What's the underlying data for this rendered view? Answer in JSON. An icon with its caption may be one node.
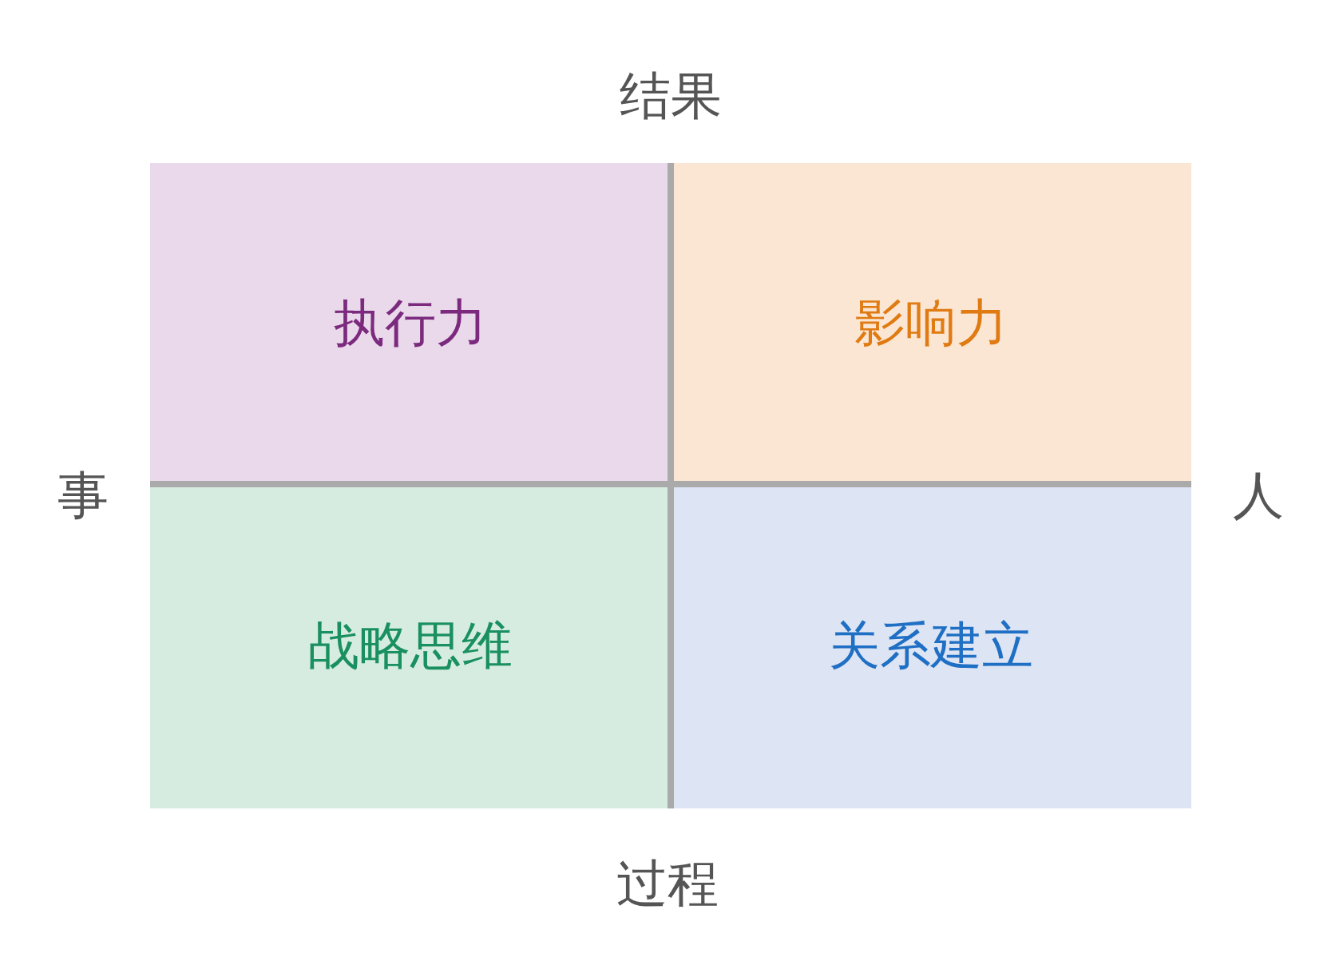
{
  "diagram": {
    "nodes": [
      {
        "text": [
          "执行力"
        ]
      },
      {
        "text": [
          "影响力"
        ]
      },
      {
        "text": [
          "战略思维"
        ]
      },
      {
        "text": [
          "关系建立"
        ]
      }
    ],
    "labels": [
      "结果",
      "事",
      "人",
      "过程"
    ]
  }
}
